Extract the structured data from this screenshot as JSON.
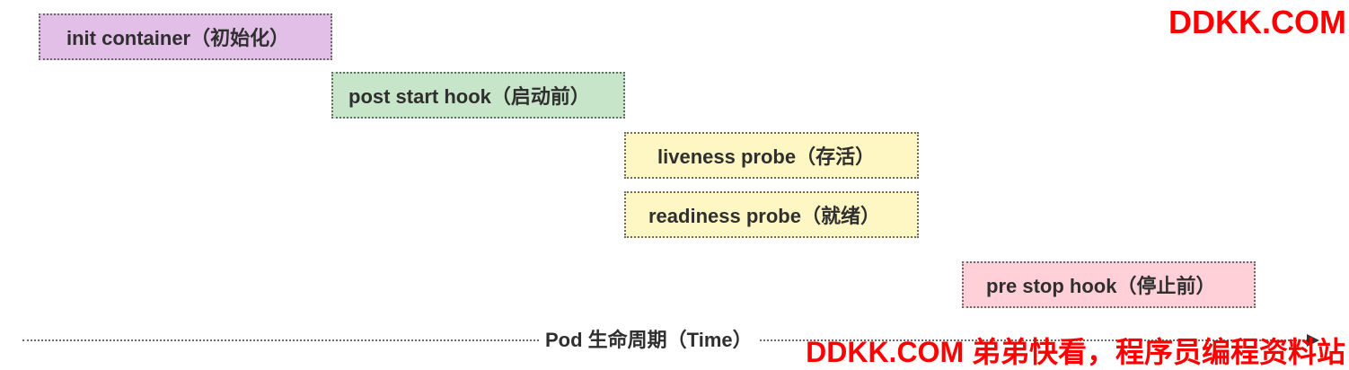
{
  "boxes": [
    {
      "label": "init container（初始化）",
      "color": "#e2bfe7"
    },
    {
      "label": "post start hook（启动前）",
      "color": "#c7e6c9"
    },
    {
      "label": "liveness probe（存活）",
      "color": "#fff7c3"
    },
    {
      "label": "readiness probe（就绪）",
      "color": "#fff7c3"
    },
    {
      "label": "pre stop hook（停止前）",
      "color": "#ffd0d8"
    }
  ],
  "timeline": {
    "label": "Pod 生命周期（Time）",
    "arrow_icon": "arrow-right-icon"
  },
  "watermarks": {
    "top": "DDKK.COM",
    "bottom": "DDKK.COM 弟弟快看，程序员编程资料站",
    "color": "#ff0000"
  }
}
